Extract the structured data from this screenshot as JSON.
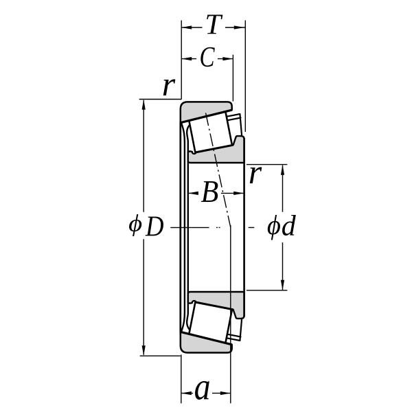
{
  "figure": {
    "type": "technical-drawing",
    "subject": "tapered roller bearing cross-section",
    "background_color": "#ffffff",
    "line_color": "#000000",
    "ring_fill_color": "#d5d5d5",
    "labels": {
      "total_width": "T",
      "cup_width": "C",
      "outer_chamfer": "r",
      "cone_width": "B",
      "inner_chamfer": "r",
      "outer_diameter_symbol": "ϕ",
      "outer_diameter": "D",
      "bore_diameter_symbol": "ϕ",
      "bore_diameter": "d",
      "load_center_distance": "a"
    }
  }
}
